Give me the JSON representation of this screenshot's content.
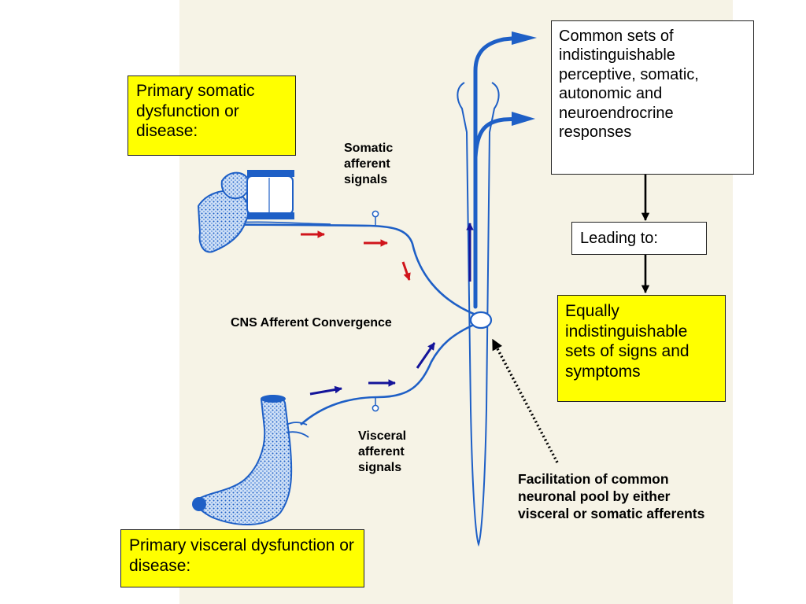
{
  "boxes": {
    "primary_somatic": "Primary somatic dysfunction or disease:",
    "primary_visceral": "Primary visceral dysfunction or disease:",
    "common_responses": "Common sets of indistinguishable perceptive, somatic, autonomic and neuroendrocrine responses",
    "leading_to": "Leading to:",
    "equally_indistinguishable": "Equally indistinguishable sets of signs and symptoms"
  },
  "labels": {
    "somatic_afferent": "Somatic afferent signals",
    "visceral_afferent": "Visceral afferent signals",
    "cns_convergence": "CNS Afferent Convergence",
    "facilitation": "Facilitation of common neuronal pool by either visceral or somatic afferents"
  },
  "colors": {
    "panel_background": "#f6f3e6",
    "nerve_blue": "#1e5fc6",
    "somatic_arrow_red": "#d0141b",
    "visceral_arrow_navy": "#14149a",
    "highlight_yellow": "#ffff00",
    "connector_black": "#000000"
  }
}
